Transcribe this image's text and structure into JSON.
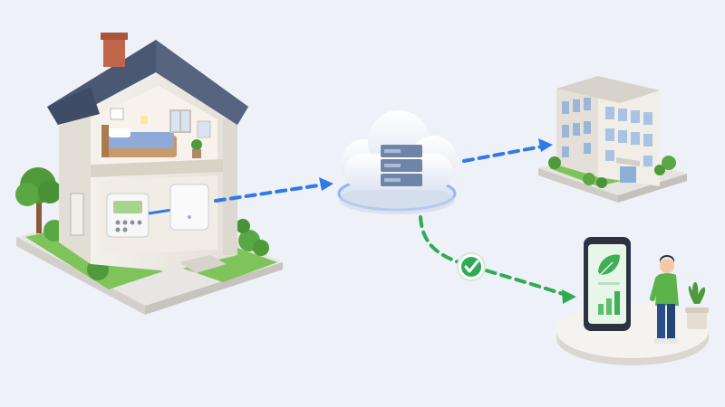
{
  "scene": {
    "description_visible_text": "",
    "smart_meter": {
      "display": ""
    },
    "flows": [
      {
        "from": "house-gateway",
        "to": "cloud-server",
        "style": "dashed",
        "color": "#2f7ae5"
      },
      {
        "from": "cloud-server",
        "to": "office-building",
        "style": "dashed",
        "color": "#2f7ae5"
      },
      {
        "from": "cloud-server",
        "to": "mobile-app",
        "style": "dashed",
        "color": "#2faa55",
        "status_icon": "checkmark-icon"
      }
    ]
  },
  "colors": {
    "background": "#eef1f7",
    "blue_flow": "#2f7ae5",
    "green_flow": "#2faa55",
    "roof": "#4a5873",
    "grass": "#7ec45a",
    "phone_screen": "#e8f6ea",
    "person_shirt": "#5bb34a",
    "person_pants": "#2a4f8a"
  },
  "icons": [
    "house-icon",
    "smart-meter-icon",
    "gateway-hub-icon",
    "cloud-icon",
    "server-stack-icon",
    "office-building-icon",
    "checkmark-icon",
    "smartphone-icon",
    "leaf-icon",
    "bar-chart-icon",
    "person-icon",
    "potted-plant-icon",
    "tree-icon"
  ]
}
